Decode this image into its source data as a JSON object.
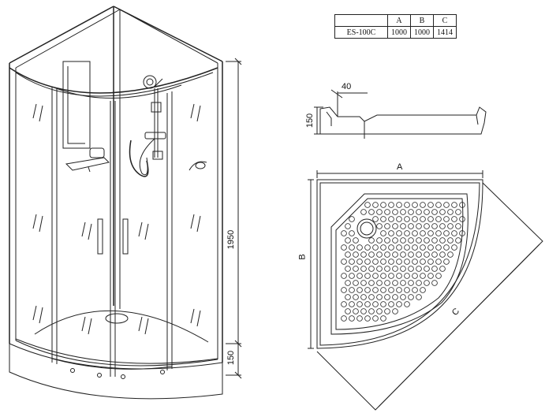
{
  "spec_table": {
    "headers": [
      "",
      "A",
      "B",
      "C"
    ],
    "row": [
      "ES-100C",
      "1000",
      "1000",
      "1414"
    ]
  },
  "dimensions": {
    "total_height": "1950",
    "tray_height": "150",
    "profile_height": "150",
    "profile_step": "40",
    "tray_a": "A",
    "tray_b": "B",
    "tray_c": "C"
  }
}
